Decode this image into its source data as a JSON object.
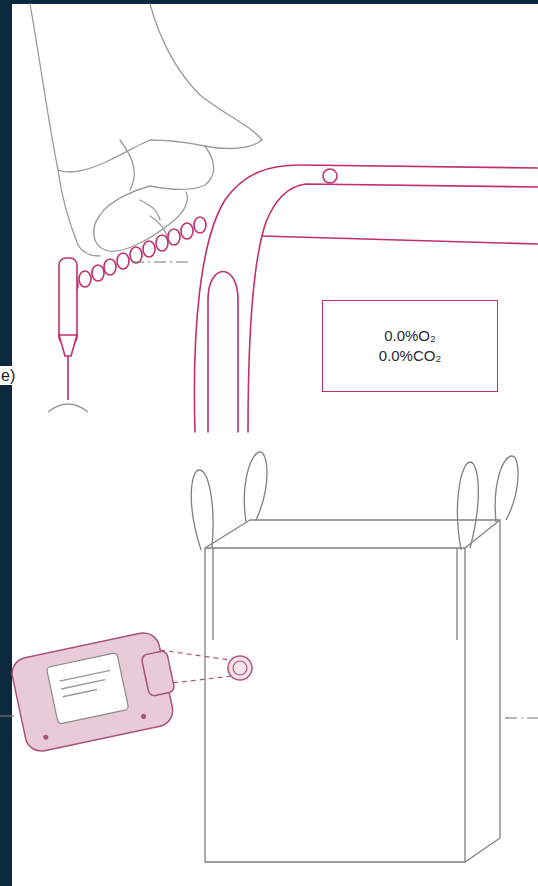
{
  "diagram": {
    "nodes": [
      {
        "text": [
          "0.0%O₂",
          "0.0%CO₂"
        ]
      }
    ],
    "labels": [
      "e)"
    ]
  }
}
